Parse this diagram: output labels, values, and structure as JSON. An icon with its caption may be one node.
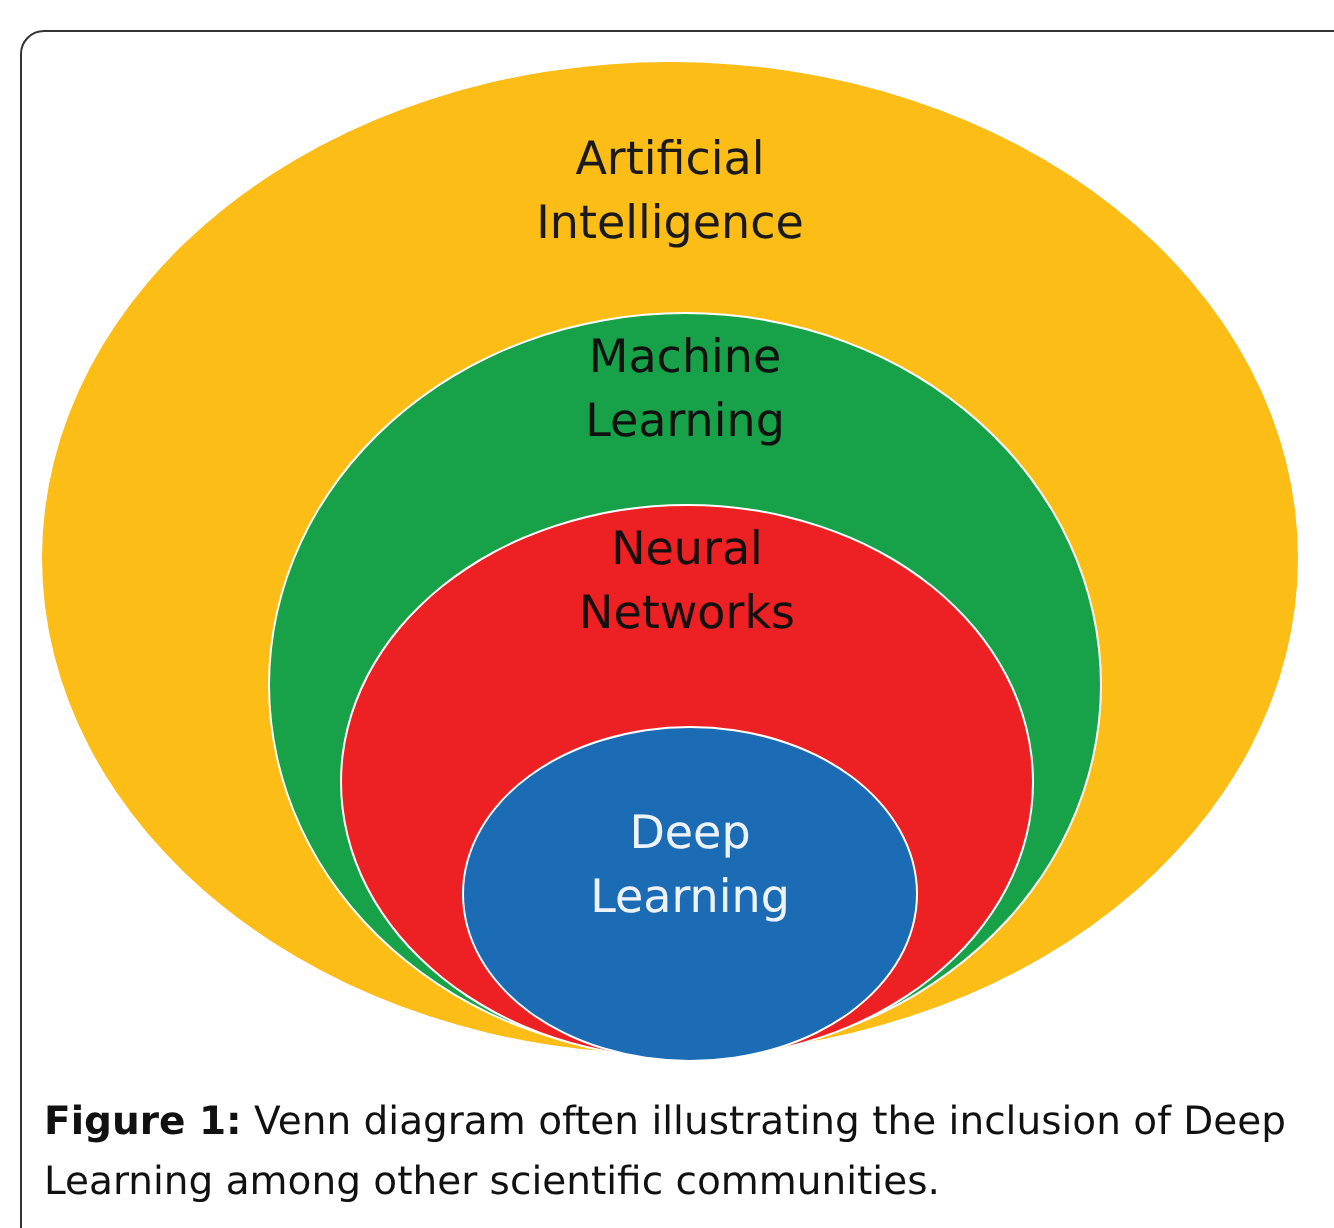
{
  "diagram": {
    "caption": "**Figure 1:** Venn diagram often illustrating the inclusion of Deep Learning among other scientific communities.",
    "nodes": [
      {
        "text": [
          "Artificial Intelligence"
        ]
      },
      {
        "text": [
          "Machine Learning"
        ],
        "in": 0
      },
      {
        "text": [
          "Neural Networks"
        ],
        "in": 1
      },
      {
        "text": [
          "Deep Learning"
        ],
        "in": 2
      }
    ]
  }
}
